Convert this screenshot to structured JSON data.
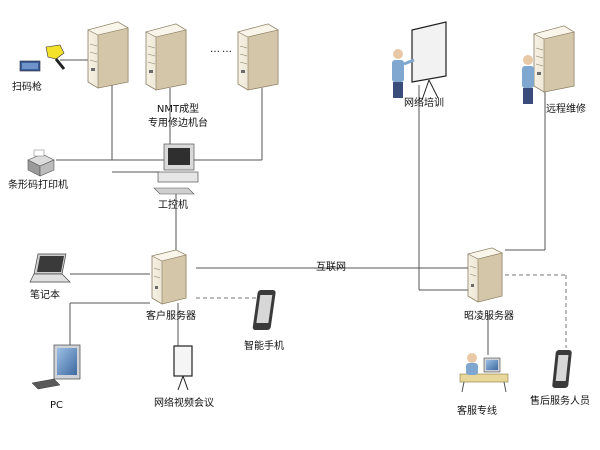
{
  "colors": {
    "line": "#555555",
    "dashed": "#777777",
    "server_body": "#efe7d6",
    "server_shade": "#cfc3a6",
    "screen": "#5b84b4",
    "person_shirt": "#7fa7cf",
    "person_pants": "#3a4d7a"
  },
  "labels": {
    "scanner": "扫码枪",
    "nmt_machine_line1": "NMT成型",
    "nmt_machine_line2": "专用修边机台",
    "barcode_printer": "条形码打印机",
    "industrial_pc": "工控机",
    "internet": "互联网",
    "laptop": "笔记本",
    "customer_server": "客户服务器",
    "smartphone": "智能手机",
    "pc": "PC",
    "video_conference": "网络视频会议",
    "network_training": "网络培训",
    "remote_maintenance": "远程维修",
    "zhaoling_server": "昭凌服务器",
    "customer_service_line": "客服专线",
    "after_sales_staff": "售后服务人员",
    "ellipsis": "……"
  },
  "icons": {
    "scanner": "barcode-scanner-icon",
    "nmt_machine": "server-tower-icon",
    "barcode_printer": "printer-icon",
    "industrial_pc": "desktop-computer-icon",
    "laptop": "laptop-icon",
    "customer_server": "server-icon",
    "smartphone": "smartphone-icon",
    "pc": "monitor-icon",
    "video_conference": "projection-screen-icon",
    "network_training": "presenter-icon",
    "remote_maintenance": "technician-server-icon",
    "zhaoling_server": "server-icon",
    "customer_service_line": "call-center-agent-icon",
    "after_sales_staff": "mobile-phone-icon"
  }
}
